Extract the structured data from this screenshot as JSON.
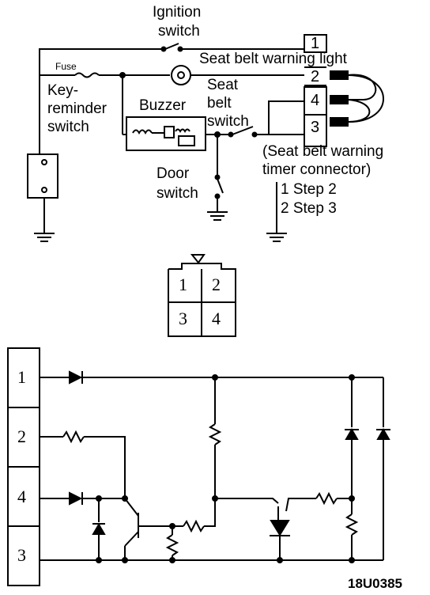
{
  "labels": {
    "ignition_switch": [
      "Ignition",
      "switch"
    ],
    "fuse": "Fuse",
    "seat_belt_warning_light": "Seat belt warning light",
    "key_reminder_switch": [
      "Key-",
      "reminder",
      "switch"
    ],
    "buzzer": "Buzzer",
    "seat_belt_switch": [
      "Seat",
      "belt",
      "switch"
    ],
    "door_switch": [
      "Door",
      "switch"
    ],
    "timer_connector": [
      "(Seat belt warning",
      "timer connector)"
    ],
    "steps": [
      "1 Step 2",
      "2 Step 3"
    ]
  },
  "top_connector_pins": [
    "1",
    "2",
    "4",
    "3"
  ],
  "connector_face_pins": [
    "1",
    "2",
    "3",
    "4"
  ],
  "schematic_pins": [
    "1",
    "2",
    "4",
    "3"
  ],
  "figure_code": "18U0385"
}
